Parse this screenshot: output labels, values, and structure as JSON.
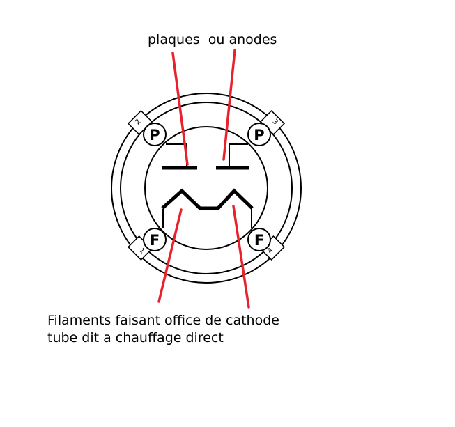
{
  "labels": {
    "top": "plaques  ou anodes",
    "bottom_line1": "Filaments faisant office de cathode",
    "bottom_line2": "tube dit a chauffage direct"
  },
  "pins": [
    {
      "letter": "P",
      "number": "2"
    },
    {
      "letter": "P",
      "number": "3"
    },
    {
      "letter": "F",
      "number": "1"
    },
    {
      "letter": "F",
      "number": "4"
    }
  ],
  "colors": {
    "pointer": "#e8222c",
    "ink": "#000000"
  }
}
